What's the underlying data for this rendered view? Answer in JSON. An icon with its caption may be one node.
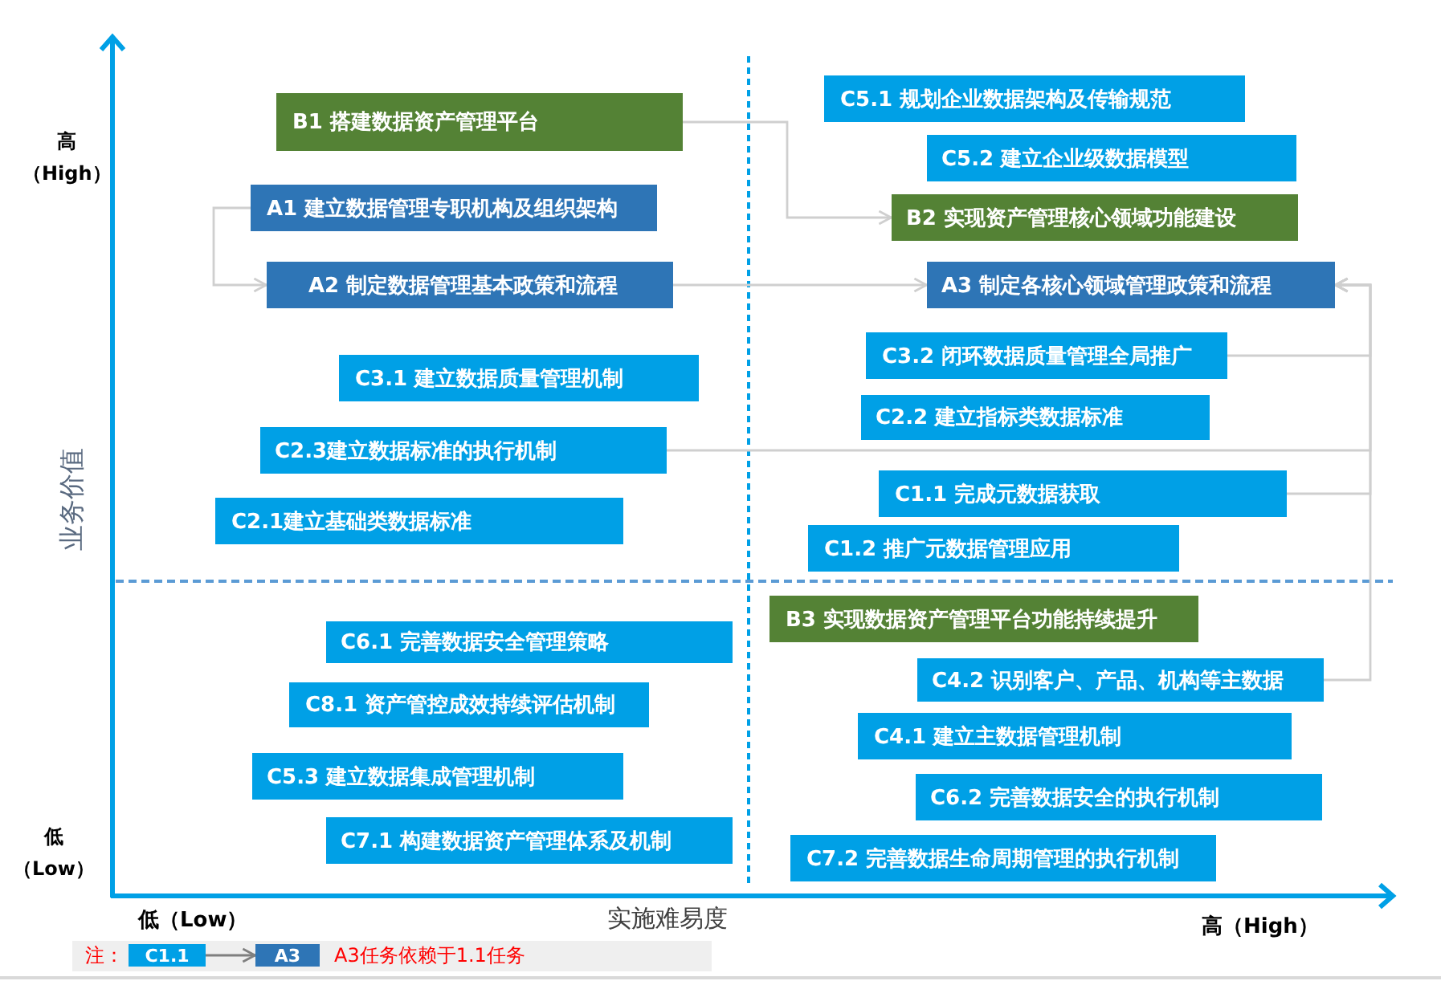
{
  "diagram": {
    "nodes": [
      {
        "text": [
          "B1 搭建数据资产管理平台"
        ]
      },
      {
        "text": [
          "C5.1 规划企业数据架构及传输规范"
        ]
      },
      {
        "text": [
          "C5.2 建立企业级数据模型"
        ]
      },
      {
        "text": [
          "A1 建立数据管理专职机构及组织架构"
        ]
      },
      {
        "text": [
          "B2 实现资产管理核心领域功能建设"
        ]
      },
      {
        "text": [
          "A2 制定数据管理基本政策和流程"
        ]
      },
      {
        "text": [
          "A3 制定各核心领域管理政策和流程"
        ]
      },
      {
        "text": [
          "C3.2 闭环数据质量管理全局推广"
        ]
      },
      {
        "text": [
          "C3.1 建立数据质量管理机制"
        ]
      },
      {
        "text": [
          "C2.2 建立指标类数据标准"
        ]
      },
      {
        "text": [
          "C2.3建立数据标准的执行机制"
        ]
      },
      {
        "text": [
          "C1.1 完成元数据获取"
        ]
      },
      {
        "text": [
          "C2.1建立基础类数据标准"
        ]
      },
      {
        "text": [
          "C1.2 推广元数据管理应用"
        ]
      },
      {
        "text": [
          "B3 实现数据资产管理平台功能持续提升"
        ]
      },
      {
        "text": [
          "C6.1 完善数据安全管理策略"
        ]
      },
      {
        "text": [
          "C4.2 识别客户、产品、机构等主数据"
        ]
      },
      {
        "text": [
          "C8.1 资产管控成效持续评估机制"
        ]
      },
      {
        "text": [
          "C4.1 建立主数据管理机制"
        ]
      },
      {
        "text": [
          "C5.3 建立数据集成管理机制"
        ]
      },
      {
        "text": [
          "C6.2 完善数据安全的执行机制"
        ]
      },
      {
        "text": [
          "C7.1 构建数据资产管理体系及机制"
        ]
      },
      {
        "text": [
          "C7.2 完善数据生命周期管理的执行机制"
        ]
      },
      {
        "text": [
          "C1.1"
        ]
      },
      {
        "text": [
          "A3"
        ]
      }
    ],
    "edges": [
      {
        "from": 0,
        "to": 4,
        "arrow": "to"
      },
      {
        "from": 3,
        "to": 5,
        "arrow": "to"
      },
      {
        "from": 5,
        "to": 6,
        "arrow": "to"
      },
      {
        "from": 7,
        "to": 6,
        "arrow": "to"
      },
      {
        "from": 10,
        "to": 6,
        "arrow": "to"
      },
      {
        "from": 11,
        "to": 6,
        "arrow": "to"
      },
      {
        "from": 16,
        "to": 6,
        "arrow": "to"
      },
      {
        "from": 23,
        "to": 24,
        "arrow": "to",
        "color": "#7f7f7f"
      }
    ],
    "labels": [
      "高（High）",
      "业务价值",
      "低（Low）",
      "低（Low）",
      "实施难易度",
      "高（High）",
      "注：",
      "A3任务依赖于1.1任务"
    ]
  }
}
